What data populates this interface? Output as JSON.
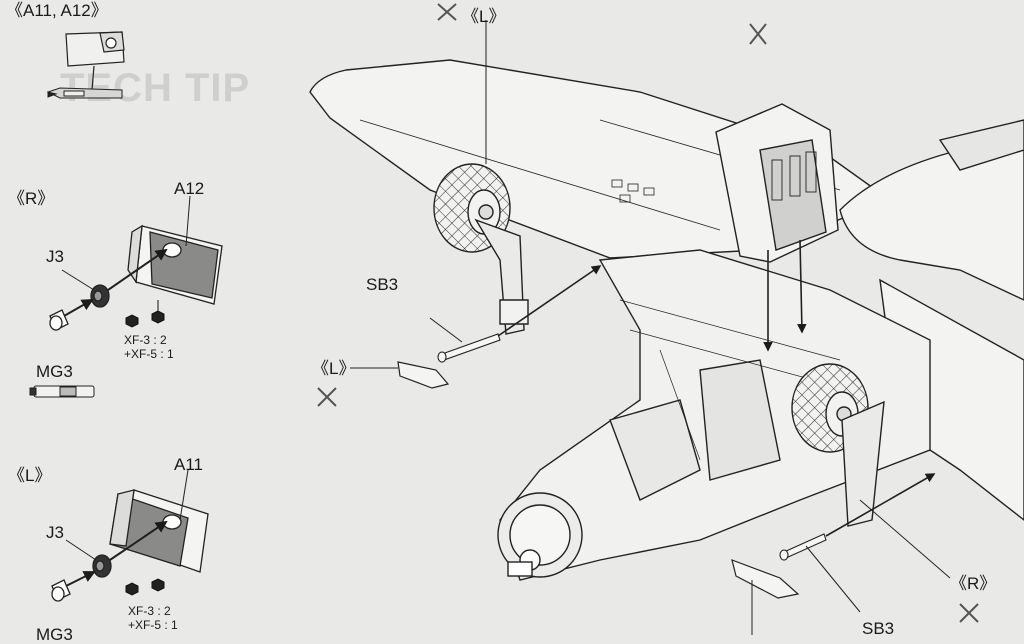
{
  "header": {
    "parts_label": "《A11, A12》"
  },
  "step_r": {
    "side_label": "《R》",
    "part_a": "A12",
    "part_j": "J3",
    "part_mg": "MG3",
    "paint_line1": "XF-3 : 2",
    "paint_line2": "+XF-5 : 1"
  },
  "step_l": {
    "side_label": "《L》",
    "part_a": "A11",
    "part_j": "J3",
    "part_mg": "MG3",
    "paint_line1": "XF-3 : 2",
    "paint_line2": "+XF-5 : 1"
  },
  "main": {
    "gear_left_label": "《L》",
    "screw_left": "SB3",
    "door_left_label": "《L》",
    "screw_right": "SB3",
    "gear_right_label": "《R》"
  },
  "background": {
    "ghost_text": "TECH TIP"
  },
  "colors": {
    "paper": "#e9e9e7",
    "line": "#1b1b1b",
    "part_fill": "#8a8a88",
    "ghost": "#cfcfcd"
  },
  "icons": [
    "cutter-icon",
    "paint-icon",
    "do-not-glue-icon",
    "arrow-icon",
    "paint-tube-icon"
  ]
}
